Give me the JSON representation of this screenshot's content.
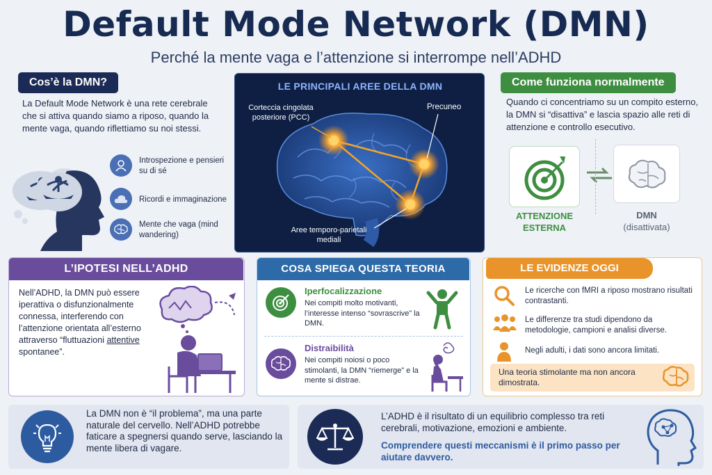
{
  "header": {
    "title": "Default Mode Network (DMN)",
    "subtitle": "Perché la mente vaga e l’attenzione si interrompe nell’ADHD"
  },
  "what": {
    "heading": "Cos’è la DMN?",
    "body": "La Default Mode Network è una rete cerebrale che si attiva quando siamo a riposo, quando la mente vaga, quando riflettiamo su noi stessi.",
    "items": [
      {
        "label": "Introspezione e pensieri su di sé",
        "icon": "person-icon"
      },
      {
        "label": "Ricordi e immaginazione",
        "icon": "cloud-icon"
      },
      {
        "label": "Mente che vaga (mind wandering)",
        "icon": "brain-icon"
      }
    ]
  },
  "areas": {
    "heading": "LE PRINCIPALI AREE DELLA DMN",
    "pcc": "Corteccia cingolata posteriore (PCC)",
    "precuneo": "Precuneo",
    "temporo": "Aree temporo-parietali mediali"
  },
  "normal": {
    "heading": "Come funziona normalmente",
    "body": "Quando ci concentriamo su un compito esterno, la DMN si “disattiva” e lascia spazio alle reti di attenzione e controllo esecutivo.",
    "left_label": "ATTENZIONE ESTERNA",
    "right_label_1": "DMN",
    "right_label_2": "(disattivata)"
  },
  "hypothesis": {
    "heading": "L’IPOTESI NELL’ADHD",
    "body_1": "Nell’ADHD, la DMN può essere iperattiva o disfunzionalmente connessa, interferendo con l’attenzione orientata all’esterno attraverso “fluttuazioni ",
    "body_underline": "attentive",
    "body_2": " spontanee”."
  },
  "theory": {
    "heading": "COSA SPIEGA QUESTA TEORIA",
    "item1_title": "Iperfocalizzazione",
    "item1_body": "Nei compiti molto motivanti, l’interesse intenso “sovrascrive” la DMN.",
    "item2_title": "Distraibilità",
    "item2_body": "Nei compiti noiosi o poco stimolanti, la DMN “riemerge” e la mente si distrae."
  },
  "evidence": {
    "heading": "LE EVIDENZE OGGI",
    "items": [
      "Le ricerche con fMRI a riposo mostrano risultati contrastanti.",
      "Le differenze tra studi dipendono da metodologie, campioni e analisi diverse.",
      "Negli adulti, i dati sono ancora limitati."
    ],
    "note": "Una teoria stimolante ma non ancora dimostrata."
  },
  "footer": {
    "left": "La DMN non è “il problema”, ma una parte naturale del cervello. Nell’ADHD potrebbe faticare a spegnersi quando serve, lasciando la mente libera di vagare.",
    "right_1": "L’ADHD è il risultato di un equilibrio complesso tra reti cerebrali, motivazione, emozioni e ambiente.",
    "right_2": "Comprendere questi meccanismi è il primo passo per aiutare davvero."
  },
  "colors": {
    "navy": "#1b2b55",
    "green": "#3e8e41",
    "purple": "#6a4c9c",
    "blue": "#2d6aa8",
    "orange": "#e9942a"
  }
}
